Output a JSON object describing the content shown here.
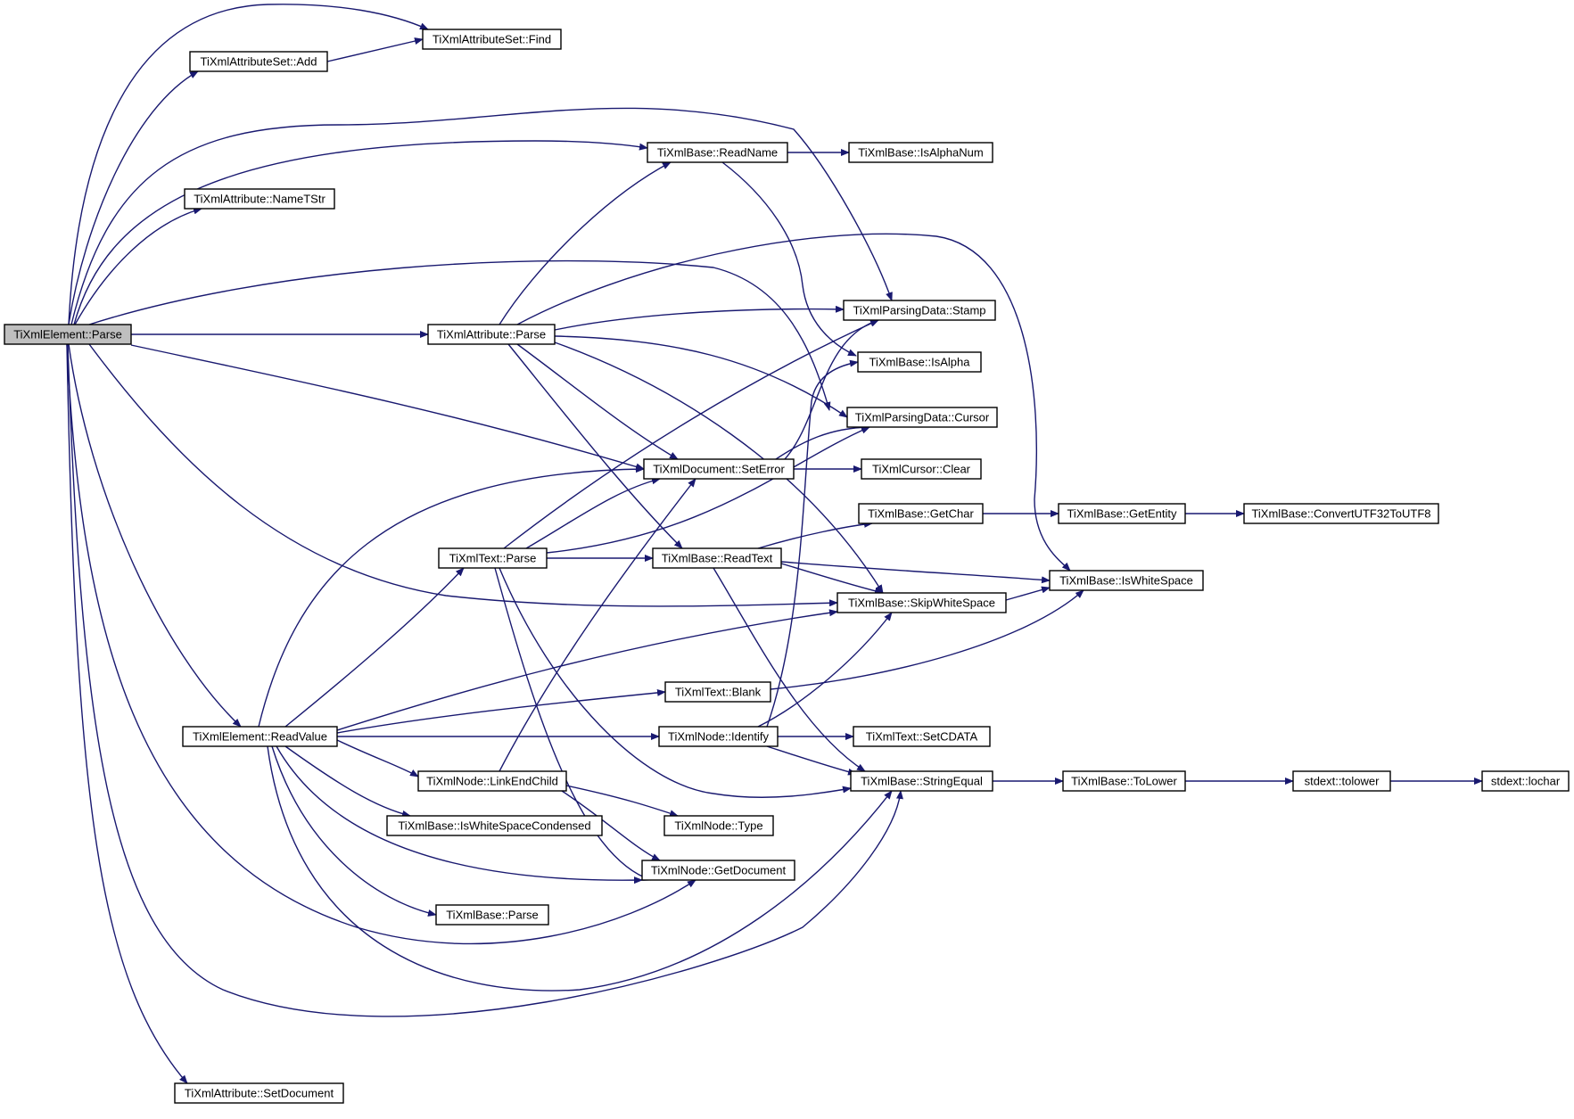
{
  "colors": {
    "edge": "#191970",
    "node_border": "#000000",
    "node_fill": "#ffffff",
    "root_fill": "#bfbfbf"
  },
  "nodes": [
    {
      "id": "element_parse",
      "label": "TiXmlElement::Parse",
      "root": true
    },
    {
      "id": "attrset_find",
      "label": "TiXmlAttributeSet::Find"
    },
    {
      "id": "attrset_add",
      "label": "TiXmlAttributeSet::Add"
    },
    {
      "id": "readname",
      "label": "TiXmlBase::ReadName"
    },
    {
      "id": "isalphanum",
      "label": "TiXmlBase::IsAlphaNum"
    },
    {
      "id": "nametstr",
      "label": "TiXmlAttribute::NameTStr"
    },
    {
      "id": "stamp",
      "label": "TiXmlParsingData::Stamp"
    },
    {
      "id": "attribute_parse",
      "label": "TiXmlAttribute::Parse"
    },
    {
      "id": "isalpha",
      "label": "TiXmlBase::IsAlpha"
    },
    {
      "id": "cursor",
      "label": "TiXmlParsingData::Cursor"
    },
    {
      "id": "seterror",
      "label": "TiXmlDocument::SetError"
    },
    {
      "id": "cursor_clear",
      "label": "TiXmlCursor::Clear"
    },
    {
      "id": "getchar",
      "label": "TiXmlBase::GetChar"
    },
    {
      "id": "getentity",
      "label": "TiXmlBase::GetEntity"
    },
    {
      "id": "convertutf",
      "label": "TiXmlBase::ConvertUTF32ToUTF8"
    },
    {
      "id": "text_parse",
      "label": "TiXmlText::Parse"
    },
    {
      "id": "readtext",
      "label": "TiXmlBase::ReadText"
    },
    {
      "id": "iswhitespace",
      "label": "TiXmlBase::IsWhiteSpace"
    },
    {
      "id": "skipwhitespace",
      "label": "TiXmlBase::SkipWhiteSpace"
    },
    {
      "id": "blank",
      "label": "TiXmlText::Blank"
    },
    {
      "id": "readvalue",
      "label": "TiXmlElement::ReadValue"
    },
    {
      "id": "identify",
      "label": "TiXmlNode::Identify"
    },
    {
      "id": "setcdata",
      "label": "TiXmlText::SetCDATA"
    },
    {
      "id": "linkendchild",
      "label": "TiXmlNode::LinkEndChild"
    },
    {
      "id": "stringequal",
      "label": "TiXmlBase::StringEqual"
    },
    {
      "id": "tolower",
      "label": "TiXmlBase::ToLower"
    },
    {
      "id": "stdext_tolower",
      "label": "stdext::tolower"
    },
    {
      "id": "stdext_lochar",
      "label": "stdext::lochar"
    },
    {
      "id": "iswscondensed",
      "label": "TiXmlBase::IsWhiteSpaceCondensed"
    },
    {
      "id": "node_type",
      "label": "TiXmlNode::Type"
    },
    {
      "id": "getdocument",
      "label": "TiXmlNode::GetDocument"
    },
    {
      "id": "base_parse",
      "label": "TiXmlBase::Parse"
    },
    {
      "id": "setdocument",
      "label": "TiXmlAttribute::SetDocument"
    }
  ],
  "edges": [
    [
      "element_parse",
      "attrset_find"
    ],
    [
      "element_parse",
      "attrset_add"
    ],
    [
      "attrset_add",
      "attrset_find"
    ],
    [
      "element_parse",
      "stamp"
    ],
    [
      "element_parse",
      "readname"
    ],
    [
      "readname",
      "isalphanum"
    ],
    [
      "readname",
      "isalpha"
    ],
    [
      "element_parse",
      "nametstr"
    ],
    [
      "element_parse",
      "cursor"
    ],
    [
      "element_parse",
      "attribute_parse"
    ],
    [
      "element_parse",
      "seterror"
    ],
    [
      "element_parse",
      "skipwhitespace"
    ],
    [
      "element_parse",
      "readvalue"
    ],
    [
      "element_parse",
      "getdocument"
    ],
    [
      "element_parse",
      "stringequal"
    ],
    [
      "element_parse",
      "setdocument"
    ],
    [
      "attribute_parse",
      "readname"
    ],
    [
      "attribute_parse",
      "iswhitespace"
    ],
    [
      "attribute_parse",
      "stamp"
    ],
    [
      "attribute_parse",
      "cursor"
    ],
    [
      "attribute_parse",
      "seterror"
    ],
    [
      "attribute_parse",
      "skipwhitespace"
    ],
    [
      "attribute_parse",
      "readtext"
    ],
    [
      "seterror",
      "stamp"
    ],
    [
      "seterror",
      "cursor"
    ],
    [
      "seterror",
      "cursor_clear"
    ],
    [
      "getchar",
      "getentity"
    ],
    [
      "getentity",
      "convertutf"
    ],
    [
      "text_parse",
      "stamp"
    ],
    [
      "text_parse",
      "seterror"
    ],
    [
      "text_parse",
      "cursor"
    ],
    [
      "text_parse",
      "readtext"
    ],
    [
      "text_parse",
      "stringequal"
    ],
    [
      "text_parse",
      "getdocument"
    ],
    [
      "readtext",
      "getchar"
    ],
    [
      "readtext",
      "iswhitespace"
    ],
    [
      "readtext",
      "skipwhitespace"
    ],
    [
      "readtext",
      "stringequal"
    ],
    [
      "skipwhitespace",
      "iswhitespace"
    ],
    [
      "blank",
      "iswhitespace"
    ],
    [
      "readvalue",
      "seterror"
    ],
    [
      "readvalue",
      "text_parse"
    ],
    [
      "readvalue",
      "skipwhitespace"
    ],
    [
      "readvalue",
      "blank"
    ],
    [
      "readvalue",
      "identify"
    ],
    [
      "readvalue",
      "linkendchild"
    ],
    [
      "readvalue",
      "iswscondensed"
    ],
    [
      "readvalue",
      "getdocument"
    ],
    [
      "readvalue",
      "base_parse"
    ],
    [
      "readvalue",
      "stringequal"
    ],
    [
      "identify",
      "setcdata"
    ],
    [
      "identify",
      "stringequal"
    ],
    [
      "identify",
      "skipwhitespace"
    ],
    [
      "identify",
      "isalpha"
    ],
    [
      "linkendchild",
      "seterror"
    ],
    [
      "linkendchild",
      "node_type"
    ],
    [
      "linkendchild",
      "getdocument"
    ],
    [
      "stringequal",
      "tolower"
    ],
    [
      "tolower",
      "stdext_tolower"
    ],
    [
      "stdext_tolower",
      "stdext_lochar"
    ]
  ]
}
